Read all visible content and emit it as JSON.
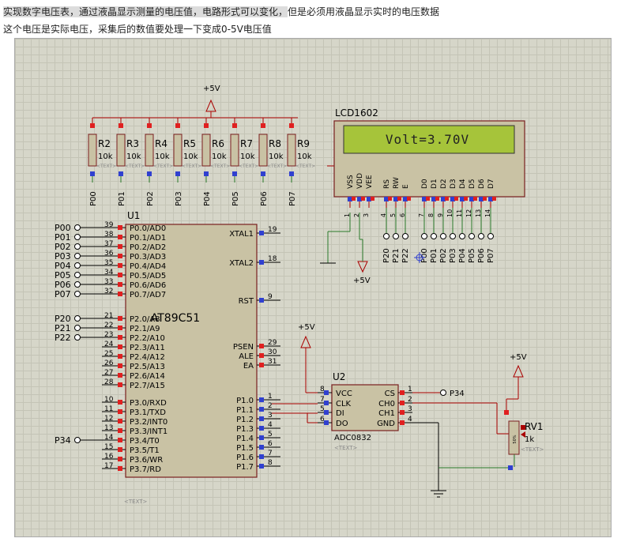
{
  "post": {
    "line1_highlight": "实现数字电压表，通过液晶显示测量的电压值，电路形式可以变化，",
    "line1_rest": "但是必须用液晶显示实时的电压数据",
    "line2": "这个电压是实际电压，采集后的数值要处理一下变成0-5V电压值"
  },
  "power": {
    "plus5v": "+5V"
  },
  "resistors": [
    {
      "ref": "R2",
      "value": "10k",
      "net": "P00"
    },
    {
      "ref": "R3",
      "value": "10k",
      "net": "P01"
    },
    {
      "ref": "R4",
      "value": "10k",
      "net": "P02"
    },
    {
      "ref": "R5",
      "value": "10k",
      "net": "P03"
    },
    {
      "ref": "R6",
      "value": "10k",
      "net": "P04"
    },
    {
      "ref": "R7",
      "value": "10k",
      "net": "P05"
    },
    {
      "ref": "R8",
      "value": "10k",
      "net": "P06"
    },
    {
      "ref": "R9",
      "value": "10k",
      "net": "P07"
    }
  ],
  "text_placeholder": "<TEXT>",
  "lcd": {
    "ref": "LCD1602",
    "display": "Volt=3.70V",
    "pins": [
      "VSS",
      "VDD",
      "VEE",
      "RS",
      "RW",
      "E",
      "D0",
      "D1",
      "D2",
      "D3",
      "D4",
      "D5",
      "D6",
      "D7"
    ],
    "pin_numbers": [
      "1",
      "2",
      "3",
      "4",
      "5",
      "6",
      "7",
      "8",
      "9",
      "10",
      "11",
      "12",
      "13",
      "14"
    ],
    "nets": [
      "P20",
      "P21",
      "P22",
      "P00",
      "P01",
      "P02",
      "P03",
      "P04",
      "P05",
      "P06",
      "P07"
    ]
  },
  "mcu": {
    "ref": "U1",
    "part": "AT89C51",
    "left_pins": [
      {
        "num": "39",
        "name": "P0.0/AD0",
        "net": "P00"
      },
      {
        "num": "38",
        "name": "P0.1/AD1",
        "net": "P01"
      },
      {
        "num": "37",
        "name": "P0.2/AD2",
        "net": "P02"
      },
      {
        "num": "36",
        "name": "P0.3/AD3",
        "net": "P03"
      },
      {
        "num": "35",
        "name": "P0.4/AD4",
        "net": "P04"
      },
      {
        "num": "34",
        "name": "P0.5/AD5",
        "net": "P05"
      },
      {
        "num": "33",
        "name": "P0.6/AD6",
        "net": "P06"
      },
      {
        "num": "32",
        "name": "P0.7/AD7",
        "net": "P07"
      },
      {
        "num": "21",
        "name": "P2.0/A8",
        "net": "P20"
      },
      {
        "num": "22",
        "name": "P2.1/A9",
        "net": "P21"
      },
      {
        "num": "23",
        "name": "P2.2/A10",
        "net": "P22"
      },
      {
        "num": "24",
        "name": "P2.3/A11",
        "net": ""
      },
      {
        "num": "25",
        "name": "P2.4/A12",
        "net": ""
      },
      {
        "num": "26",
        "name": "P2.5/A13",
        "net": ""
      },
      {
        "num": "27",
        "name": "P2.6/A14",
        "net": ""
      },
      {
        "num": "28",
        "name": "P2.7/A15",
        "net": ""
      },
      {
        "num": "10",
        "name": "P3.0/RXD",
        "net": ""
      },
      {
        "num": "11",
        "name": "P3.1/TXD",
        "net": ""
      },
      {
        "num": "12",
        "name": "P3.2/INT0",
        "net": ""
      },
      {
        "num": "13",
        "name": "P3.3/INT1",
        "net": ""
      },
      {
        "num": "14",
        "name": "P3.4/T0",
        "net": "P34"
      },
      {
        "num": "15",
        "name": "P3.5/T1",
        "net": ""
      },
      {
        "num": "16",
        "name": "P3.6/WR",
        "net": ""
      },
      {
        "num": "17",
        "name": "P3.7/RD",
        "net": ""
      }
    ],
    "right_pins": [
      {
        "num": "19",
        "name": "XTAL1"
      },
      {
        "num": "18",
        "name": "XTAL2"
      },
      {
        "num": "9",
        "name": "RST"
      },
      {
        "num": "29",
        "name": "PSEN"
      },
      {
        "num": "30",
        "name": "ALE"
      },
      {
        "num": "31",
        "name": "EA"
      },
      {
        "num": "1",
        "name": "P1.0"
      },
      {
        "num": "2",
        "name": "P1.1"
      },
      {
        "num": "3",
        "name": "P1.2"
      },
      {
        "num": "4",
        "name": "P1.3"
      },
      {
        "num": "5",
        "name": "P1.4"
      },
      {
        "num": "6",
        "name": "P1.5"
      },
      {
        "num": "7",
        "name": "P1.6"
      },
      {
        "num": "8",
        "name": "P1.7"
      }
    ]
  },
  "adc": {
    "ref": "U2",
    "part": "ADC0832",
    "left_pins": [
      {
        "num": "8",
        "name": "VCC"
      },
      {
        "num": "7",
        "name": "CLK"
      },
      {
        "num": "5",
        "name": "DI"
      },
      {
        "num": "6",
        "name": "DO"
      }
    ],
    "right_pins": [
      {
        "num": "1",
        "name": "CS"
      },
      {
        "num": "2",
        "name": "CH0"
      },
      {
        "num": "3",
        "name": "CH1"
      },
      {
        "num": "4",
        "name": "GND"
      }
    ],
    "cs_net": "P34"
  },
  "pot": {
    "ref": "RV1",
    "value": "1k",
    "body": "50%"
  }
}
